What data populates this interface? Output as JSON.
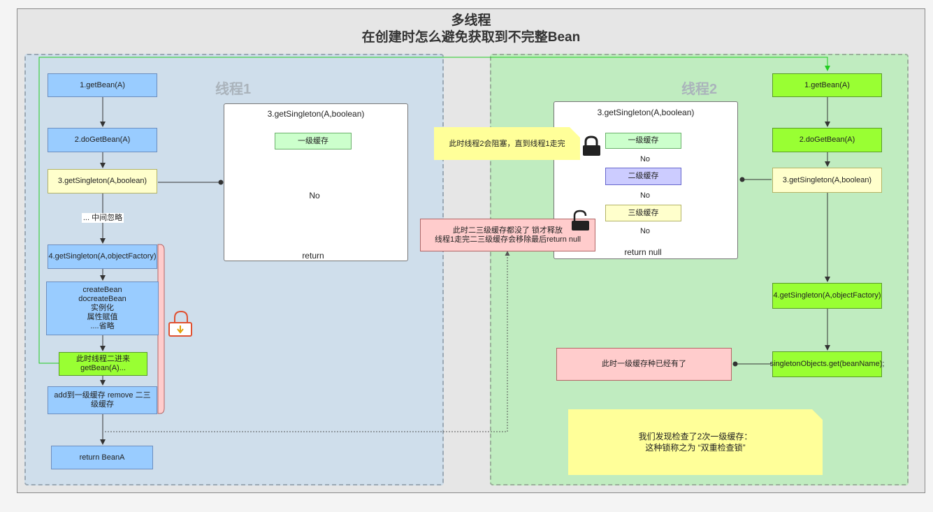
{
  "title": {
    "line1": "多线程",
    "line2": "在创建时怎么避免获取到不完整Bean"
  },
  "thread1": {
    "label": "线程1",
    "get_bean": "1.getBean(A)",
    "do_get_bean": "2.doGetBean(A)",
    "get_singleton": "3.getSingleton(A,boolean)",
    "ignore_label": "... 中间忽略",
    "get_singleton_factory": "4.getSingleton(A,objectFactory)",
    "create_lines": [
      "createBean",
      "docreateBean",
      "实例化",
      "属性赋值",
      "....省略"
    ],
    "thread2_enters": "此时线程二进来 getBean(A)...",
    "add_remove": "add到一级缓存 remove 二三级缓存",
    "return_bean": "return BeanA",
    "detail": {
      "title": "3.getSingleton(A,boolean)",
      "cache1": "一级缓存",
      "no": "No",
      "return": "return"
    }
  },
  "thread2": {
    "label": "线程2",
    "get_bean": "1.getBean(A)",
    "do_get_bean": "2.doGetBean(A)",
    "get_singleton": "3.getSingleton(A,boolean)",
    "get_singleton_factory": "4.getSingleton(A,objectFactory)",
    "singleton_objects_get": "singletonObjects.get(beanName);",
    "found_in_cache": "此时一级缓存种已经有了",
    "detail": {
      "title": "3.getSingleton(A,boolean)",
      "cache1": "一级缓存",
      "cache2": "二级缓存",
      "cache3": "三级缓存",
      "no1": "No",
      "no2": "No",
      "no3": "No",
      "return_null": "return null"
    },
    "blocked_note": "此时线程2会阻塞，直到线程1走完",
    "release_line1": "此时二三级缓存都没了 锁才释放",
    "release_line2": "线程1走完二三级缓存会移除最后return null",
    "summary_line1": "我们发现检查了2次一级缓存：",
    "summary_line2": "这种锁称之为 “双重检查锁”"
  },
  "icons": {
    "locked": "padlock-closed-icon",
    "unlocked": "padlock-open-icon",
    "alert_lock": "padlock-warning-icon"
  },
  "colors": {
    "thread1_box": "#99ccff",
    "thread2_box": "#99ff33",
    "cache_box": "#ccffcc",
    "note": "#ffff99",
    "pink": "#ffcccc"
  }
}
